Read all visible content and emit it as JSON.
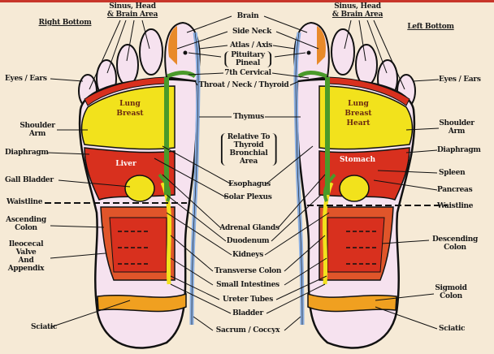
{
  "colors": {
    "background": "#f6ead6",
    "lung": "#f2e21c",
    "organ_red": "#d8301e",
    "colon": "#e0552a",
    "sciatic": "#f0a020",
    "spine_green": "#4a9a2a",
    "spine_blue": "#8aaee0",
    "skin": "#f6e2ef"
  },
  "left_foot": {
    "title": "Right Bottom",
    "sinus": [
      "Sinus, Head",
      "& Brain Area"
    ],
    "eyes_ears": "Eyes / Ears",
    "shoulder_arm": [
      "Shoulder",
      "Arm"
    ],
    "diaphragm": "Diaphragm",
    "gall_bladder": "Gall Bladder",
    "waistline": "Waistline",
    "ascending_colon": [
      "Ascending",
      "Colon"
    ],
    "ileocecal": [
      "Ileocecal",
      "Valve",
      "And",
      "Appendix"
    ],
    "sciatic": "Sciatic",
    "zone_lung": [
      "Lung",
      "Breast"
    ],
    "zone_liver": "Liver"
  },
  "center": {
    "brain": "Brain",
    "side_neck": "Side Neck",
    "atlas_axis": "Atlas / Axis",
    "pituitary": [
      "Pituitary",
      "Pineal"
    ],
    "cervical": "7th Cervical",
    "throat": "Throat / Neck / Thyroid",
    "thymus": "Thymus",
    "relative": [
      "Relative To",
      "Thyroid",
      "Bronchial",
      "Area"
    ],
    "esophagus": "Esophagus",
    "solar_plexus": "Solar Plexus",
    "adrenal": "Adrenal Glands",
    "duodenum": "Duodenum",
    "kidneys": "Kidneys",
    "transverse_colon": "Transverse Colon",
    "small_intestines": "Small Intestines",
    "ureter": "Ureter Tubes",
    "bladder": "Bladder",
    "sacrum": "Sacrum / Coccyx"
  },
  "right_foot": {
    "title": "Left Bottom",
    "sinus": [
      "Sinus, Head",
      "& Brain Area"
    ],
    "eyes_ears": "Eyes / Ears",
    "shoulder_arm": [
      "Shoulder",
      "Arm"
    ],
    "diaphragm": "Diaphragm",
    "spleen": "Spleen",
    "pancreas": "Pancreas",
    "waistline": "Waistline",
    "descending_colon": [
      "Descending",
      "Colon"
    ],
    "sigmoid_colon": [
      "Sigmoid",
      "Colon"
    ],
    "sciatic": "Sciatic",
    "zone_lung": [
      "Lung",
      "Breast",
      "Heart"
    ],
    "zone_stomach": "Stomach"
  }
}
